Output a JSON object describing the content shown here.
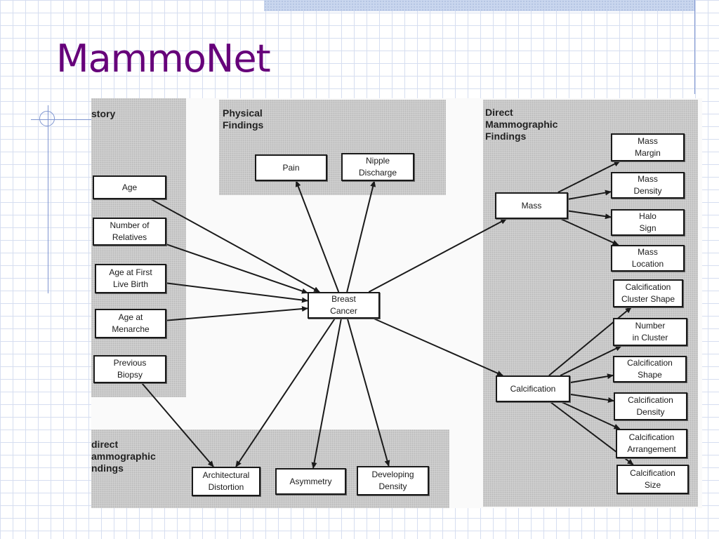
{
  "slide": {
    "title": "MammoNet"
  },
  "panels": {
    "history": "story",
    "physical": "Physical\nFindings",
    "indirect": "direct\nammographic\nndings",
    "direct": "Direct\nMammographic\nFindings"
  },
  "nodes": {
    "age": "Age",
    "number_of_relatives": "Number of\nRelatives",
    "age_at_first_live_birth": "Age at First\nLive Birth",
    "age_at_menarche": "Age at\nMenarche",
    "previous_biopsy": "Previous\nBiopsy",
    "pain": "Pain",
    "nipple_discharge": "Nipple\nDischarge",
    "breast_cancer": "Breast\nCancer",
    "mass": "Mass",
    "calcification": "Calcification",
    "mass_margin": "Mass\nMargin",
    "mass_density": "Mass\nDensity",
    "halo_sign": "Halo\nSign",
    "mass_location": "Mass\nLocation",
    "calcification_cluster_shape": "Calcification\nCluster Shape",
    "number_in_cluster": "Number\nin Cluster",
    "calcification_shape": "Calcification\nShape",
    "calcification_density": "Calcification\nDensity",
    "calcification_arrangement": "Calcification\nArrangement",
    "calcification_size": "Calcification\nSize",
    "architectural_distortion": "Architectural\nDistortion",
    "asymmetry": "Asymmetry",
    "developing_density": "Developing\nDensity"
  },
  "edges": [
    [
      "age",
      "breast_cancer"
    ],
    [
      "number_of_relatives",
      "breast_cancer"
    ],
    [
      "age_at_first_live_birth",
      "breast_cancer"
    ],
    [
      "age_at_menarche",
      "breast_cancer"
    ],
    [
      "previous_biopsy",
      "architectural_distortion"
    ],
    [
      "breast_cancer",
      "pain"
    ],
    [
      "breast_cancer",
      "nipple_discharge"
    ],
    [
      "breast_cancer",
      "mass"
    ],
    [
      "breast_cancer",
      "calcification"
    ],
    [
      "breast_cancer",
      "architectural_distortion"
    ],
    [
      "breast_cancer",
      "asymmetry"
    ],
    [
      "breast_cancer",
      "developing_density"
    ],
    [
      "mass",
      "mass_margin"
    ],
    [
      "mass",
      "mass_density"
    ],
    [
      "mass",
      "halo_sign"
    ],
    [
      "mass",
      "mass_location"
    ],
    [
      "calcification",
      "calcification_cluster_shape"
    ],
    [
      "calcification",
      "number_in_cluster"
    ],
    [
      "calcification",
      "calcification_shape"
    ],
    [
      "calcification",
      "calcification_density"
    ],
    [
      "calcification",
      "calcification_arrangement"
    ],
    [
      "calcification",
      "calcification_size"
    ]
  ]
}
